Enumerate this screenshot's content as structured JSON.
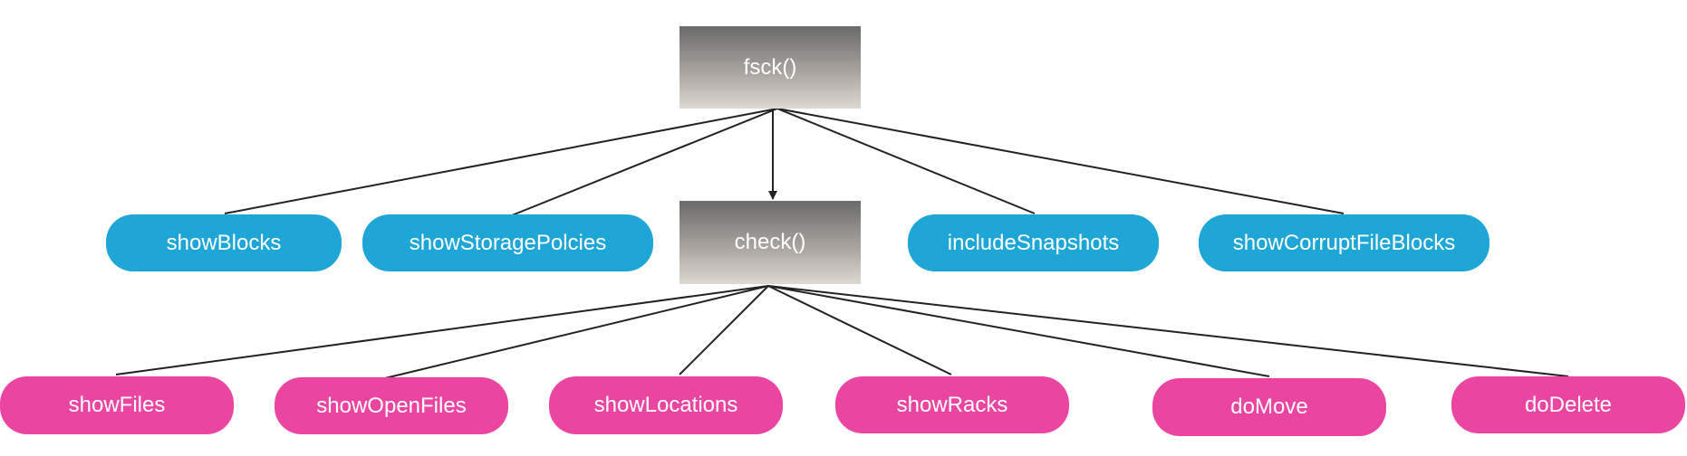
{
  "diagram": {
    "root": {
      "label": "fsck()"
    },
    "check": {
      "label": "check()"
    },
    "fsck_options": [
      {
        "label": "showBlocks"
      },
      {
        "label": "showStoragePolcies"
      },
      {
        "label": "includeSnapshots"
      },
      {
        "label": "showCorruptFileBlocks"
      }
    ],
    "check_options": [
      {
        "label": "showFiles"
      },
      {
        "label": "showOpenFiles"
      },
      {
        "label": "showLocations"
      },
      {
        "label": "showRacks"
      },
      {
        "label": "doMove"
      },
      {
        "label": "doDelete"
      }
    ],
    "colors": {
      "fsck_option": "#1ea6d6",
      "check_option": "#ea45a0",
      "function_box_top": "#6a6a6a",
      "function_box_bottom": "#ddd8d0",
      "connector": "#222222"
    }
  }
}
